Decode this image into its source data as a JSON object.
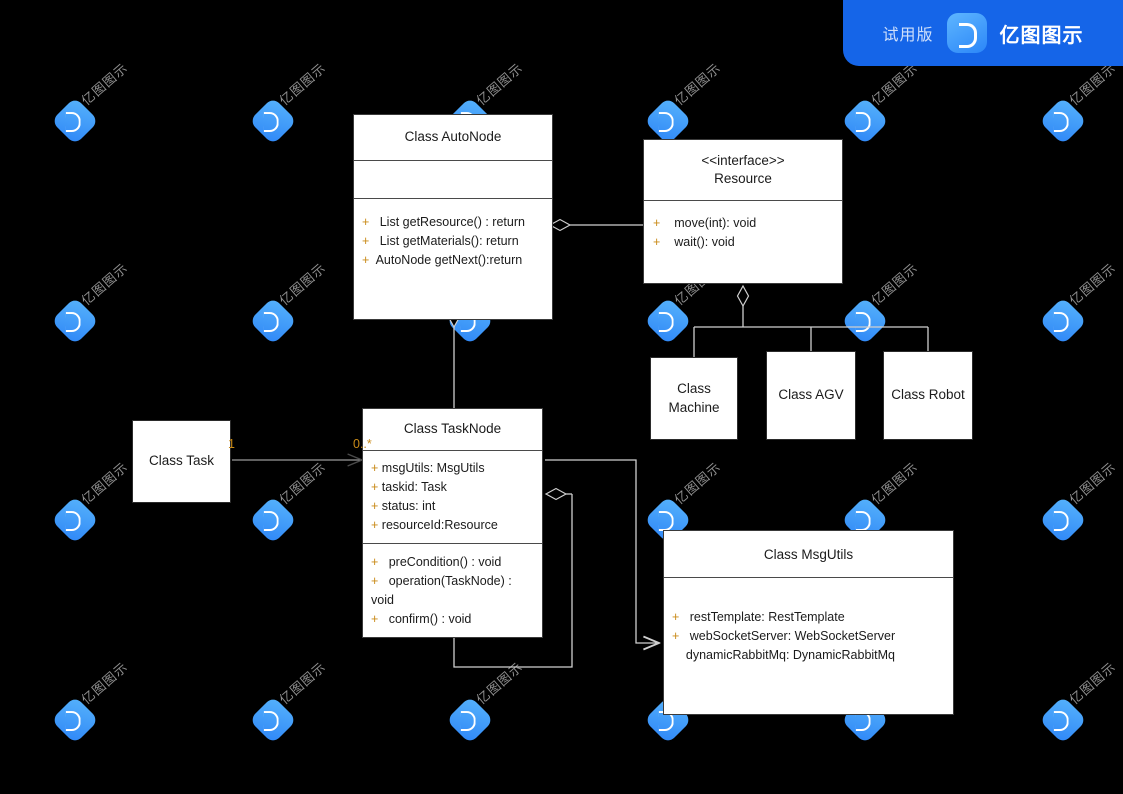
{
  "app": {
    "trial_label": "试用版",
    "brand_label": "亿图图示",
    "logo_icon": "edraw-logo-icon",
    "badge_color": "#1565e8",
    "canvas_color": "#000000",
    "shape_fill": "#ffffff",
    "shape_stroke": "#2b2b2b",
    "label_color": "#c98a17"
  },
  "watermark": {
    "text": "亿图图示",
    "icon": "edraw-logo-icon",
    "logo_color": "#3a93f8",
    "text_color": "#8f8f8f",
    "columns": 6,
    "rows": 4
  },
  "diagram": {
    "type": "uml-class-diagram",
    "classes": [
      {
        "id": "autonode",
        "title": "Class AutoNode",
        "attributes": [],
        "methods": [
          {
            "vis": "+",
            "text": "List getResource() : return"
          },
          {
            "vis": "+",
            "text": "List getMaterials(): return"
          },
          {
            "vis": "+",
            "text": "AutoNode getNext():return"
          }
        ]
      },
      {
        "id": "resource",
        "stereotype": "<<interface>>",
        "title": "Resource",
        "methods": [
          {
            "vis": "+",
            "text": "move(int): void"
          },
          {
            "vis": "+",
            "text": "wait(): void"
          }
        ]
      },
      {
        "id": "tasknode",
        "title": "Class TaskNode",
        "attributes": [
          {
            "vis": "+",
            "text": "msgUtils: MsgUtils"
          },
          {
            "vis": "+",
            "text": "taskid: Task"
          },
          {
            "vis": "+",
            "text": "status: int"
          },
          {
            "vis": "+",
            "text": "resourceId:Resource"
          }
        ],
        "methods": [
          {
            "vis": "+",
            "text": "preCondition() : void"
          },
          {
            "vis": "+",
            "text": "operation(TaskNode) :"
          },
          {
            "vis": "",
            "text": "void"
          },
          {
            "vis": "+",
            "text": "confirm() : void"
          }
        ]
      },
      {
        "id": "msgutils",
        "title": "Class MsgUtils",
        "attributes": [
          {
            "vis": "+",
            "text": "restTemplate: RestTemplate"
          },
          {
            "vis": "+",
            "text": "webSocketServer: WebSocketServer"
          },
          {
            "vis": "",
            "text": "dynamicRabbitMq: DynamicRabbitMq"
          }
        ]
      }
    ],
    "simple_classes": [
      {
        "id": "task",
        "label": "Class Task"
      },
      {
        "id": "machine",
        "label": "Class\nMachine"
      },
      {
        "id": "agv",
        "label": "Class AGV"
      },
      {
        "id": "robot",
        "label": "Class Robot"
      }
    ],
    "multiplicities": [
      {
        "id": "task-source",
        "text": "1"
      },
      {
        "id": "tasknode-target",
        "text": "0..*"
      }
    ],
    "relationships": [
      {
        "from": "autonode",
        "to": "resource",
        "kind": "aggregation"
      },
      {
        "from": "autonode",
        "to": "tasknode",
        "kind": "aggregation"
      },
      {
        "from": "resource",
        "to": "machine",
        "kind": "generalization"
      },
      {
        "from": "resource",
        "to": "agv",
        "kind": "generalization"
      },
      {
        "from": "resource",
        "to": "robot",
        "kind": "generalization"
      },
      {
        "from": "task",
        "to": "tasknode",
        "kind": "association"
      },
      {
        "from": "tasknode",
        "to": "tasknode",
        "kind": "aggregation-self"
      },
      {
        "from": "tasknode",
        "to": "msgutils",
        "kind": "dependency"
      }
    ]
  }
}
